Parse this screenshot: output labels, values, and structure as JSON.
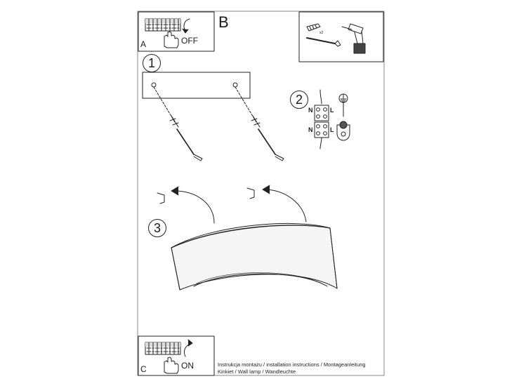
{
  "page": {
    "boxes": {
      "a_label": "A",
      "off_text": "OFF",
      "c_label": "C",
      "on_text": "ON"
    },
    "header": {
      "b_label": "B",
      "screw_count": "x2"
    },
    "steps": {
      "step1": "1",
      "step2": "2",
      "step3": "3"
    },
    "wiring": {
      "n_top": "N",
      "l_top": "L",
      "n_bottom": "N",
      "l_bottom": "L"
    },
    "footer": {
      "line1": "Instrukcja montażu / installation instructions / Montageanleitung",
      "line2": "Kinkiet / Wall lamp / Wandleuchte"
    },
    "icons": [
      "terminal-block-icon",
      "hand-icon",
      "rotate-arrow-icon",
      "wall-plug-icon",
      "screw-icon",
      "drill-icon",
      "ground-icon",
      "hook-icon",
      "curved-arrow-icon",
      "wall-lamp-icon"
    ],
    "colors": {
      "line": "#222222",
      "frame": "#888888"
    }
  }
}
